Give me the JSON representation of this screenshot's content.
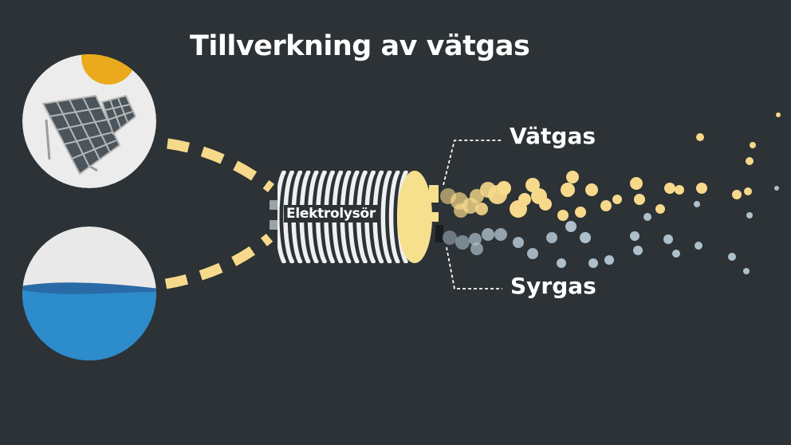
{
  "title": "Tillverkning av vätgas",
  "device": {
    "label": "Elektrolysör"
  },
  "outputs": {
    "hydrogen": {
      "label": "Vätgas",
      "color": "#f6d98a"
    },
    "oxygen": {
      "label": "Syrgas",
      "color": "#aebfcc"
    }
  },
  "inputs": {
    "solar": {
      "icon": "solar-panel-icon",
      "sun_color": "#eaaa1c"
    },
    "water": {
      "icon": "water-icon",
      "water_color": "#2c8ccc"
    }
  },
  "connector_color": "#f6d98a",
  "background_color": "#2c3235"
}
